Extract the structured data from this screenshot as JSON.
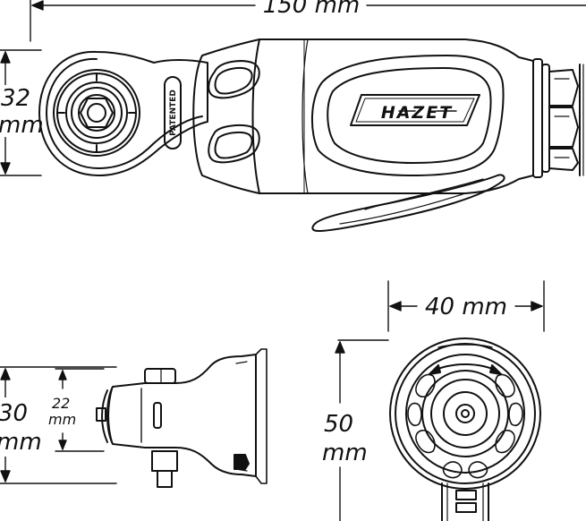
{
  "dimensions": {
    "length": "150 mm",
    "head_height_top": "32",
    "head_height_top_unit": "mm",
    "head_height_side": "30",
    "head_height_side_unit": "mm",
    "square_drive": "22",
    "square_drive_unit": "mm",
    "width": "40 mm",
    "height_front": "50",
    "height_front_unit": "mm"
  },
  "labels": {
    "brand": "HAZET",
    "stamp": "PATENTED"
  },
  "colors": {
    "line": "#111111",
    "background": "#ffffff"
  }
}
